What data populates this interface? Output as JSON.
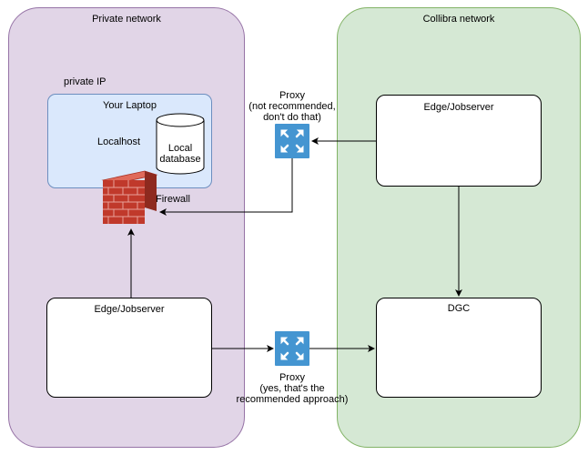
{
  "zones": {
    "private": "Private network",
    "collibra": "Collibra network"
  },
  "labels": {
    "private_ip": "private IP",
    "your_laptop": "Your Laptop",
    "localhost": "Localhost",
    "local_database": "Local\ndatabase",
    "firewall": "Firewall",
    "edge_private": "Edge/Jobserver",
    "edge_collibra": "Edge/Jobserver",
    "dgc": "DGC",
    "proxy_top": "Proxy\n(not recommended,\ndon't do that)",
    "proxy_bottom": "Proxy\n(yes, that's the\nrecommended approach)"
  },
  "colors": {
    "private_fill": "#e1d5e7",
    "collibra_fill": "#d5e8d4",
    "laptop_fill": "#dae8fc",
    "proxy_fill": "#4495d1",
    "firewall_brick": "#c0392b"
  },
  "icons": {
    "proxy": "proxy-arrows-icon",
    "firewall": "brick-wall-firewall-icon",
    "database": "cylinder-database-icon"
  }
}
